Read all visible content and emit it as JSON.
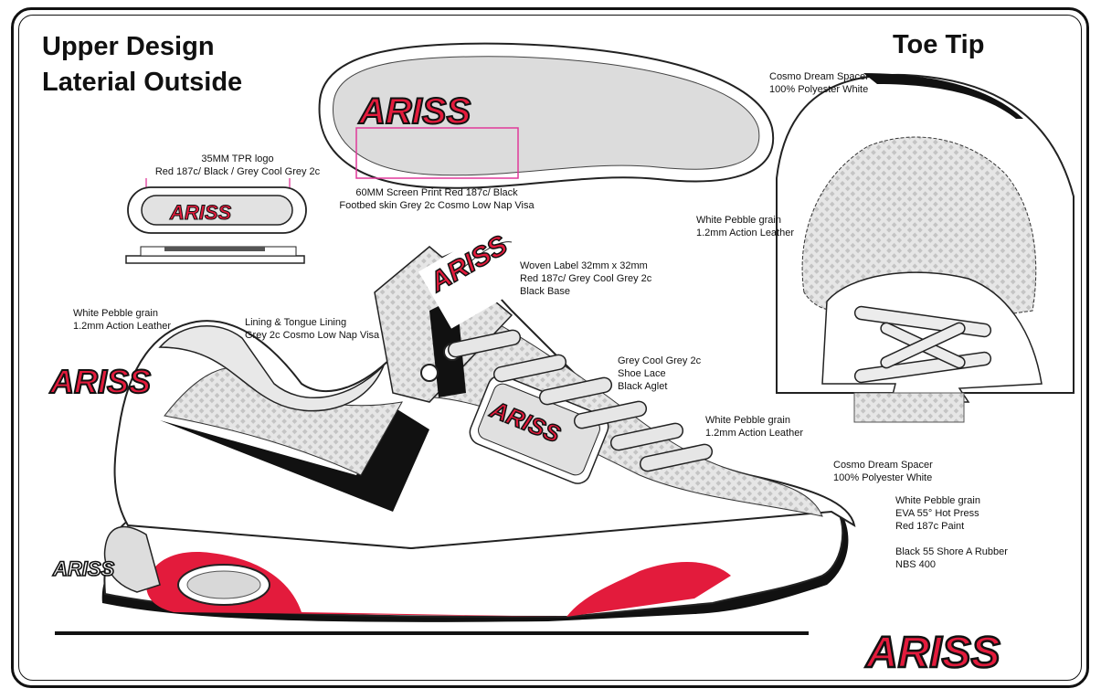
{
  "titles": {
    "main_line1": "Upper Design",
    "main_line2": "Laterial Outside",
    "toe": "Toe Tip"
  },
  "brand": {
    "logo_text": "ARISS",
    "colors": {
      "red": "#e31b3c",
      "black": "#111111",
      "grey": "#d9d9d9",
      "mesh": "#dcdcdc"
    }
  },
  "callouts": {
    "tpr_logo": {
      "line1": "35MM  TPR logo",
      "line2": "Red 187c/ Black / Grey Cool Grey 2c"
    },
    "footbed": {
      "line1": "60MM  Screen Print Red 187c/ Black",
      "line2": "Footbed skin  Grey 2c Cosmo Low Nap Visa"
    },
    "toe_spacer": {
      "line1": "Cosmo Dream Spacer",
      "line2": "100% Polyester White"
    },
    "toe_pebble": {
      "line1": "White Pebble grain",
      "line2": "1.2mm Action Leather"
    },
    "woven_label": {
      "line1": "Woven Label 32mm x 32mm",
      "line2": "Red 187c/  Grey Cool Grey 2c",
      "line3": "Black Base"
    },
    "heel_pebble": {
      "line1": "White Pebble grain",
      "line2": "1.2mm Action Leather"
    },
    "lining": {
      "line1": "Lining & Tongue Lining",
      "line2": "Grey 2c Cosmo Low Nap Visa"
    },
    "lace": {
      "line1": "Grey Cool Grey 2c",
      "line2": "Shoe Lace",
      "line3": "Black Aglet"
    },
    "vamp_pebble": {
      "line1": "White Pebble grain",
      "line2": "1.2mm Action Leather"
    },
    "spacer_side": {
      "line1": "Cosmo Dream Spacer",
      "line2": "100% Polyester White"
    },
    "sole": {
      "line1": "White Pebble grain",
      "line2": "EVA 55° Hot Press",
      "line3": "Red 187c Paint",
      "line4": "Black 55 Shore A Rubber",
      "line5": "NBS 400"
    }
  }
}
